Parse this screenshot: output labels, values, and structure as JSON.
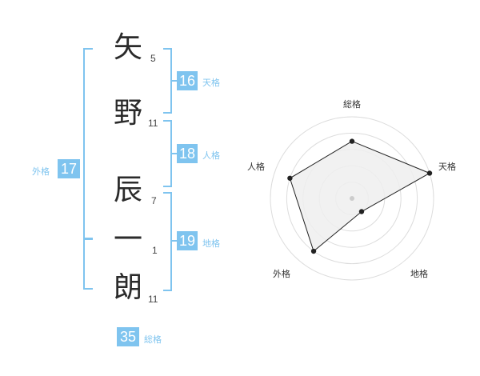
{
  "name": {
    "chars": [
      {
        "char": "矢",
        "strokes": "5"
      },
      {
        "char": "野",
        "strokes": "11"
      },
      {
        "char": "辰",
        "strokes": "7"
      },
      {
        "char": "一",
        "strokes": "1"
      },
      {
        "char": "朗",
        "strokes": "11"
      }
    ]
  },
  "fortunes": {
    "tenkaku": {
      "value": "16",
      "label": "天格"
    },
    "jinkaku": {
      "value": "18",
      "label": "人格"
    },
    "chikaku": {
      "value": "19",
      "label": "地格"
    },
    "gaikaku": {
      "value": "17",
      "label": "外格"
    },
    "soukaku": {
      "value": "35",
      "label": "総格"
    }
  },
  "colors": {
    "accent": "#7fc4ef",
    "text": "#2b2b2b",
    "radar_fill": "#eeeeee",
    "radar_line": "#222222"
  },
  "chart_data": {
    "type": "radar",
    "axes": [
      "総格",
      "天格",
      "地格",
      "外格",
      "人格"
    ],
    "levels": 5,
    "values": [
      3.5,
      5.0,
      1.0,
      4.0,
      4.0
    ],
    "max": 5
  }
}
